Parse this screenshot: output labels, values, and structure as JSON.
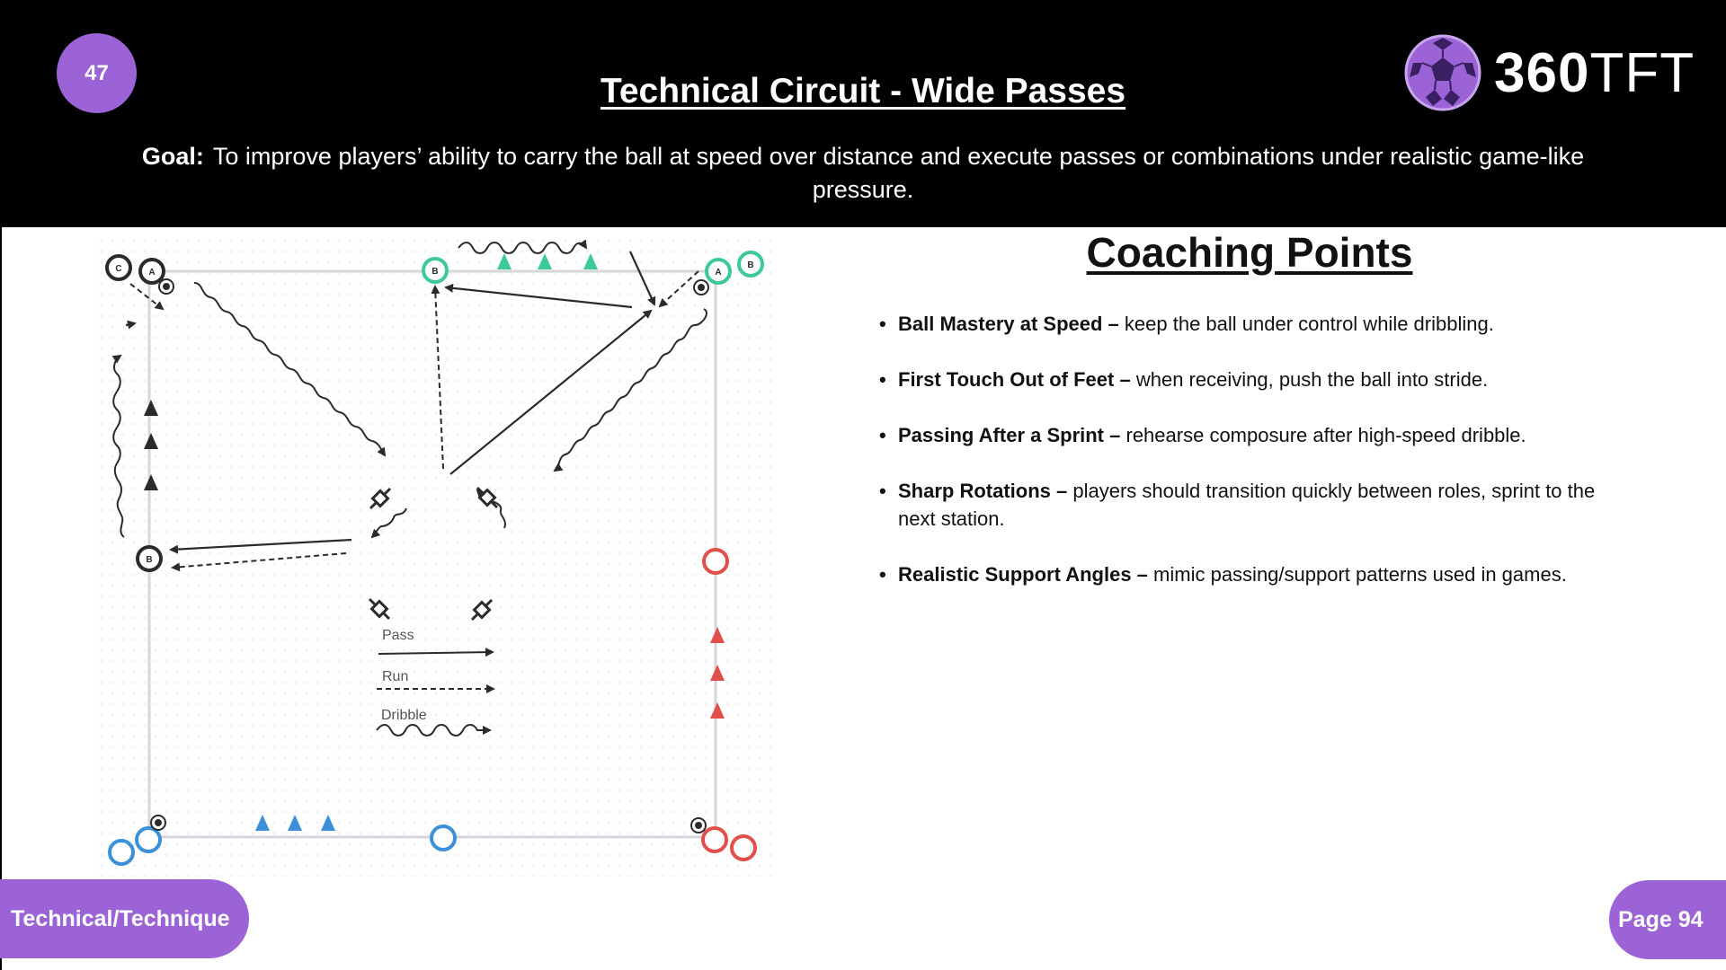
{
  "header": {
    "session_number": "47",
    "title": "Technical Circuit - Wide Passes",
    "goal_label": "Goal:",
    "goal_text": "To improve players’ ability to carry the ball at speed over distance and execute passes or combinations under realistic game-like pressure."
  },
  "logo": {
    "text_bold": "360",
    "text_thin": "TFT"
  },
  "diagram": {
    "player_labels": [
      "C",
      "A",
      "B",
      "A",
      "B",
      "B"
    ],
    "legend": {
      "pass": "Pass",
      "run": "Run",
      "dribble": "Dribble"
    },
    "colors": {
      "black": "#2b2b2b",
      "green": "#3ec99a",
      "red": "#e0504a",
      "blue": "#3b90d8",
      "boundary": "#d4d6dc"
    }
  },
  "coaching_points": {
    "title": "Coaching Points",
    "items": [
      {
        "label": "Ball Mastery at Speed –",
        "text": "keep the ball under control while dribbling."
      },
      {
        "label": "First Touch Out of Feet –",
        "text": "when receiving, push the ball into stride."
      },
      {
        "label": "Passing After a Sprint –",
        "text": "rehearse composure after high-speed dribble."
      },
      {
        "label": "Sharp Rotations –",
        "text": "players should transition quickly between roles, sprint to the next station."
      },
      {
        "label": "Realistic Support Angles –",
        "text": "mimic passing/support patterns used in games."
      }
    ]
  },
  "footer": {
    "category": "Technical/Technique",
    "page": "Page 94"
  },
  "brand_color": "#9b63d6"
}
